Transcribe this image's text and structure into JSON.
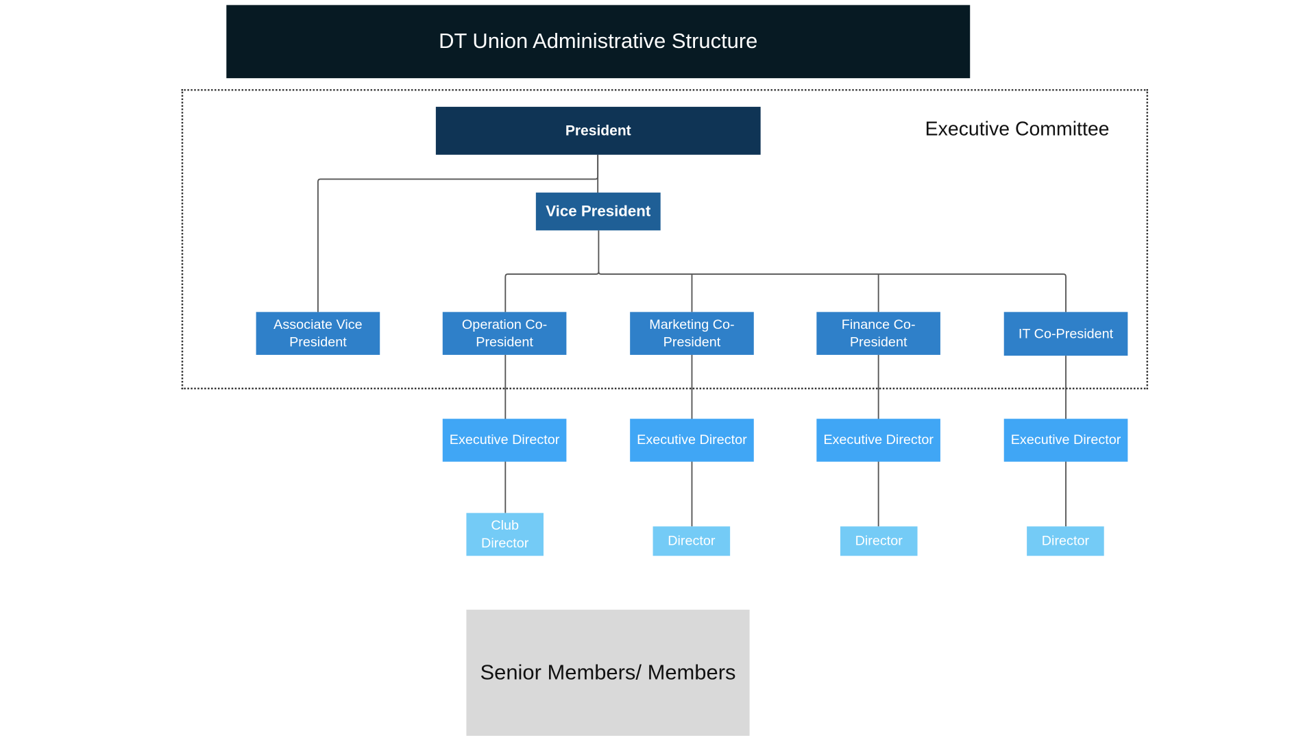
{
  "title": "DT Union Administrative Structure",
  "committee_label": "Executive Committee",
  "president": "President",
  "vice_president": "Vice President",
  "co_presidents": [
    "Associate Vice President",
    "Operation Co-President",
    "Marketing Co-President",
    "Finance Co-President",
    "IT Co-President"
  ],
  "executive_directors": [
    "Executive Director",
    "Executive Director",
    "Executive Director",
    "Executive Director"
  ],
  "directors": [
    "Club Director",
    "Director",
    "Director",
    "Director"
  ],
  "members": "Senior Members/ Members",
  "colors": {
    "title": "#071a23",
    "president": "#0f3455",
    "vice_president": "#1f5f96",
    "co_president": "#2f80c9",
    "executive_director": "#40a6f5",
    "director": "#74cbf6",
    "members": "#d9d9d9"
  }
}
